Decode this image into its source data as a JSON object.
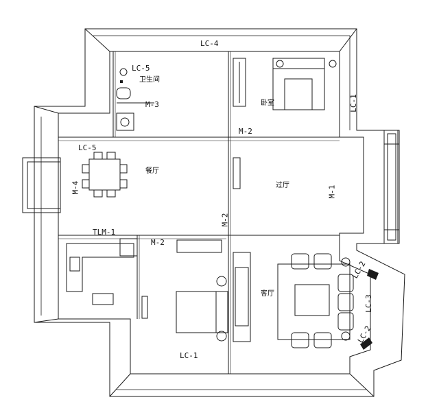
{
  "labels": {
    "lc4": "LC-4",
    "lc5_top": "LC-5",
    "bathroom": "卫生间",
    "m3": "M-3",
    "bedroom_top": "卧室",
    "lc1_right": "LC-1",
    "m2_mid": "M-2",
    "lc5_left": "LC-5",
    "dining": "餐厅",
    "m4": "M-4",
    "hall": "过厅",
    "m1": "M-1",
    "m2_vertical": "M-2",
    "tlm1": "TLM-1",
    "m2_lower": "M-2",
    "living": "客厅",
    "lc3": "LC-3",
    "lc2_top": "LC-2",
    "lc2_bottom": "LC-2",
    "lc1_bottom": "LC-1"
  },
  "colors": {
    "line": "#1a1a1a",
    "background": "#ffffff"
  }
}
